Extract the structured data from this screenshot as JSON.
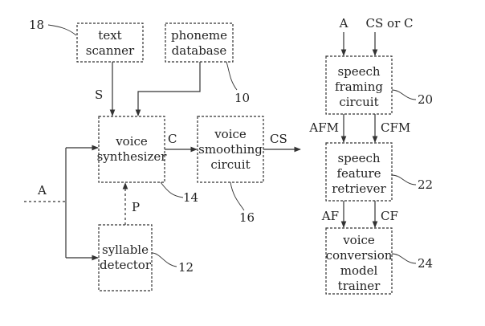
{
  "blocks": {
    "text_scanner": [
      "text",
      "scanner"
    ],
    "phoneme_database": [
      "phoneme",
      "database"
    ],
    "voice_synthesizer": [
      "voice",
      "synthesizer"
    ],
    "voice_smoothing": [
      "voice",
      "smoothing",
      "circuit"
    ],
    "syllable_detector": [
      "syllable",
      "detector"
    ],
    "speech_framing": [
      "speech",
      "framing",
      "circuit"
    ],
    "speech_feature": [
      "speech",
      "feature",
      "retriever"
    ],
    "voice_conversion": [
      "voice",
      "conversion",
      "model",
      "trainer"
    ]
  },
  "signals": {
    "S": "S",
    "C": "C",
    "CS": "CS",
    "A_left": "A",
    "P": "P",
    "A_top": "A",
    "CS_or_C": "CS or C",
    "AFM": "AFM",
    "CFM": "CFM",
    "AF": "AF",
    "CF": "CF"
  },
  "refs": {
    "text_scanner": "18",
    "phoneme_database": "10",
    "voice_synthesizer": "14",
    "voice_smoothing": "16",
    "syllable_detector": "12",
    "speech_framing": "20",
    "speech_feature": "22",
    "voice_conversion": "24"
  },
  "colors": {
    "stroke": "#333333",
    "text": "#222222",
    "background": "#ffffff"
  }
}
